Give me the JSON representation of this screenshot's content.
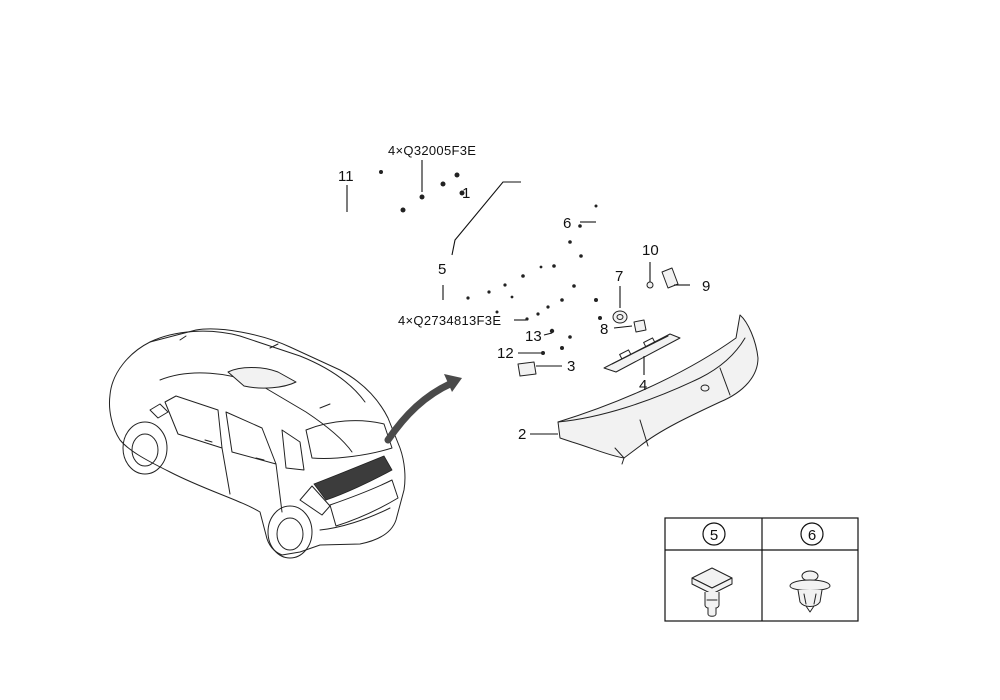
{
  "callouts": {
    "c1": "1",
    "c2": "2",
    "c3": "3",
    "c4": "4",
    "c5": "5",
    "c6": "6",
    "c7": "7",
    "c8": "8",
    "c9": "9",
    "c10": "10",
    "c11": "11",
    "c12": "12",
    "c13": "13"
  },
  "codes": {
    "nut_code": "4×Q32005F3E",
    "screw_code": "4×Q2734813F3E"
  },
  "legend": {
    "left_label": "5",
    "right_label": "6",
    "left_icon": "push-clip-icon",
    "right_icon": "rivet-clip-icon"
  },
  "colors": {
    "line": "#111111",
    "highlight_panel": "#3c3c3c",
    "arrow": "#4a4a4a"
  }
}
